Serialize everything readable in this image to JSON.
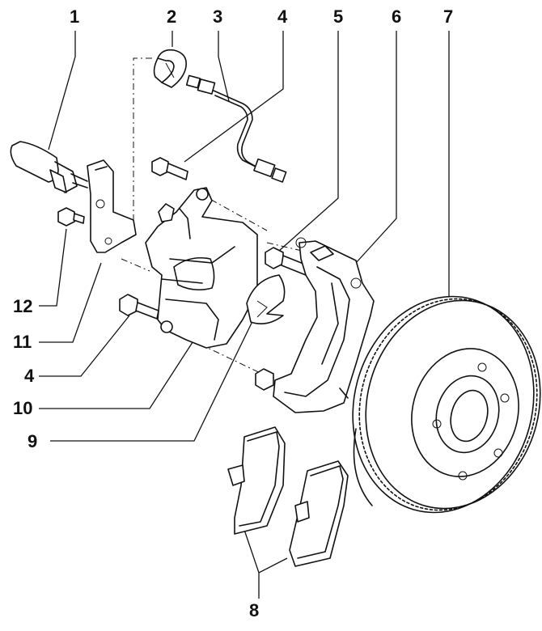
{
  "labels": {
    "l1": "1",
    "l2": "2",
    "l3": "3",
    "l4_top": "4",
    "l5": "5",
    "l6": "6",
    "l7": "7",
    "l8": "8",
    "l9": "9",
    "l10": "10",
    "l11": "11",
    "l12": "12",
    "l4_left": "4"
  }
}
